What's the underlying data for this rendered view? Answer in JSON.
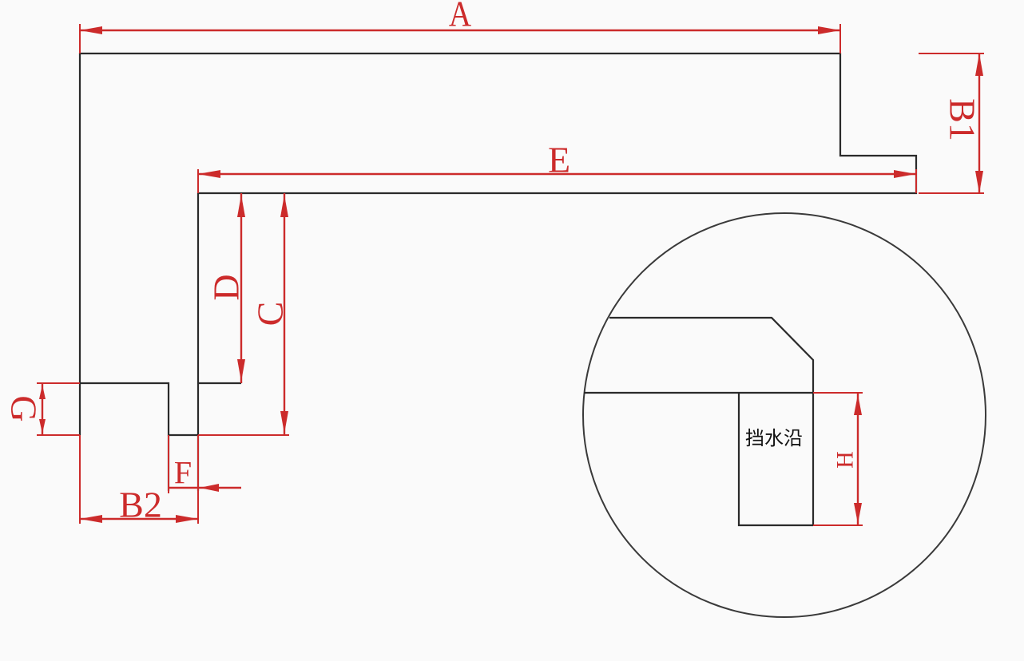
{
  "labels": {
    "A": "A",
    "B1": "B1",
    "B2": "B2",
    "C": "C",
    "D": "D",
    "E": "E",
    "F": "F",
    "G": "G",
    "H": "H"
  },
  "detail": {
    "note": "挡水沿"
  },
  "colors": {
    "dimension": "#cc2b2b",
    "outline": "#2a2a2a",
    "background": "#fafafa"
  }
}
